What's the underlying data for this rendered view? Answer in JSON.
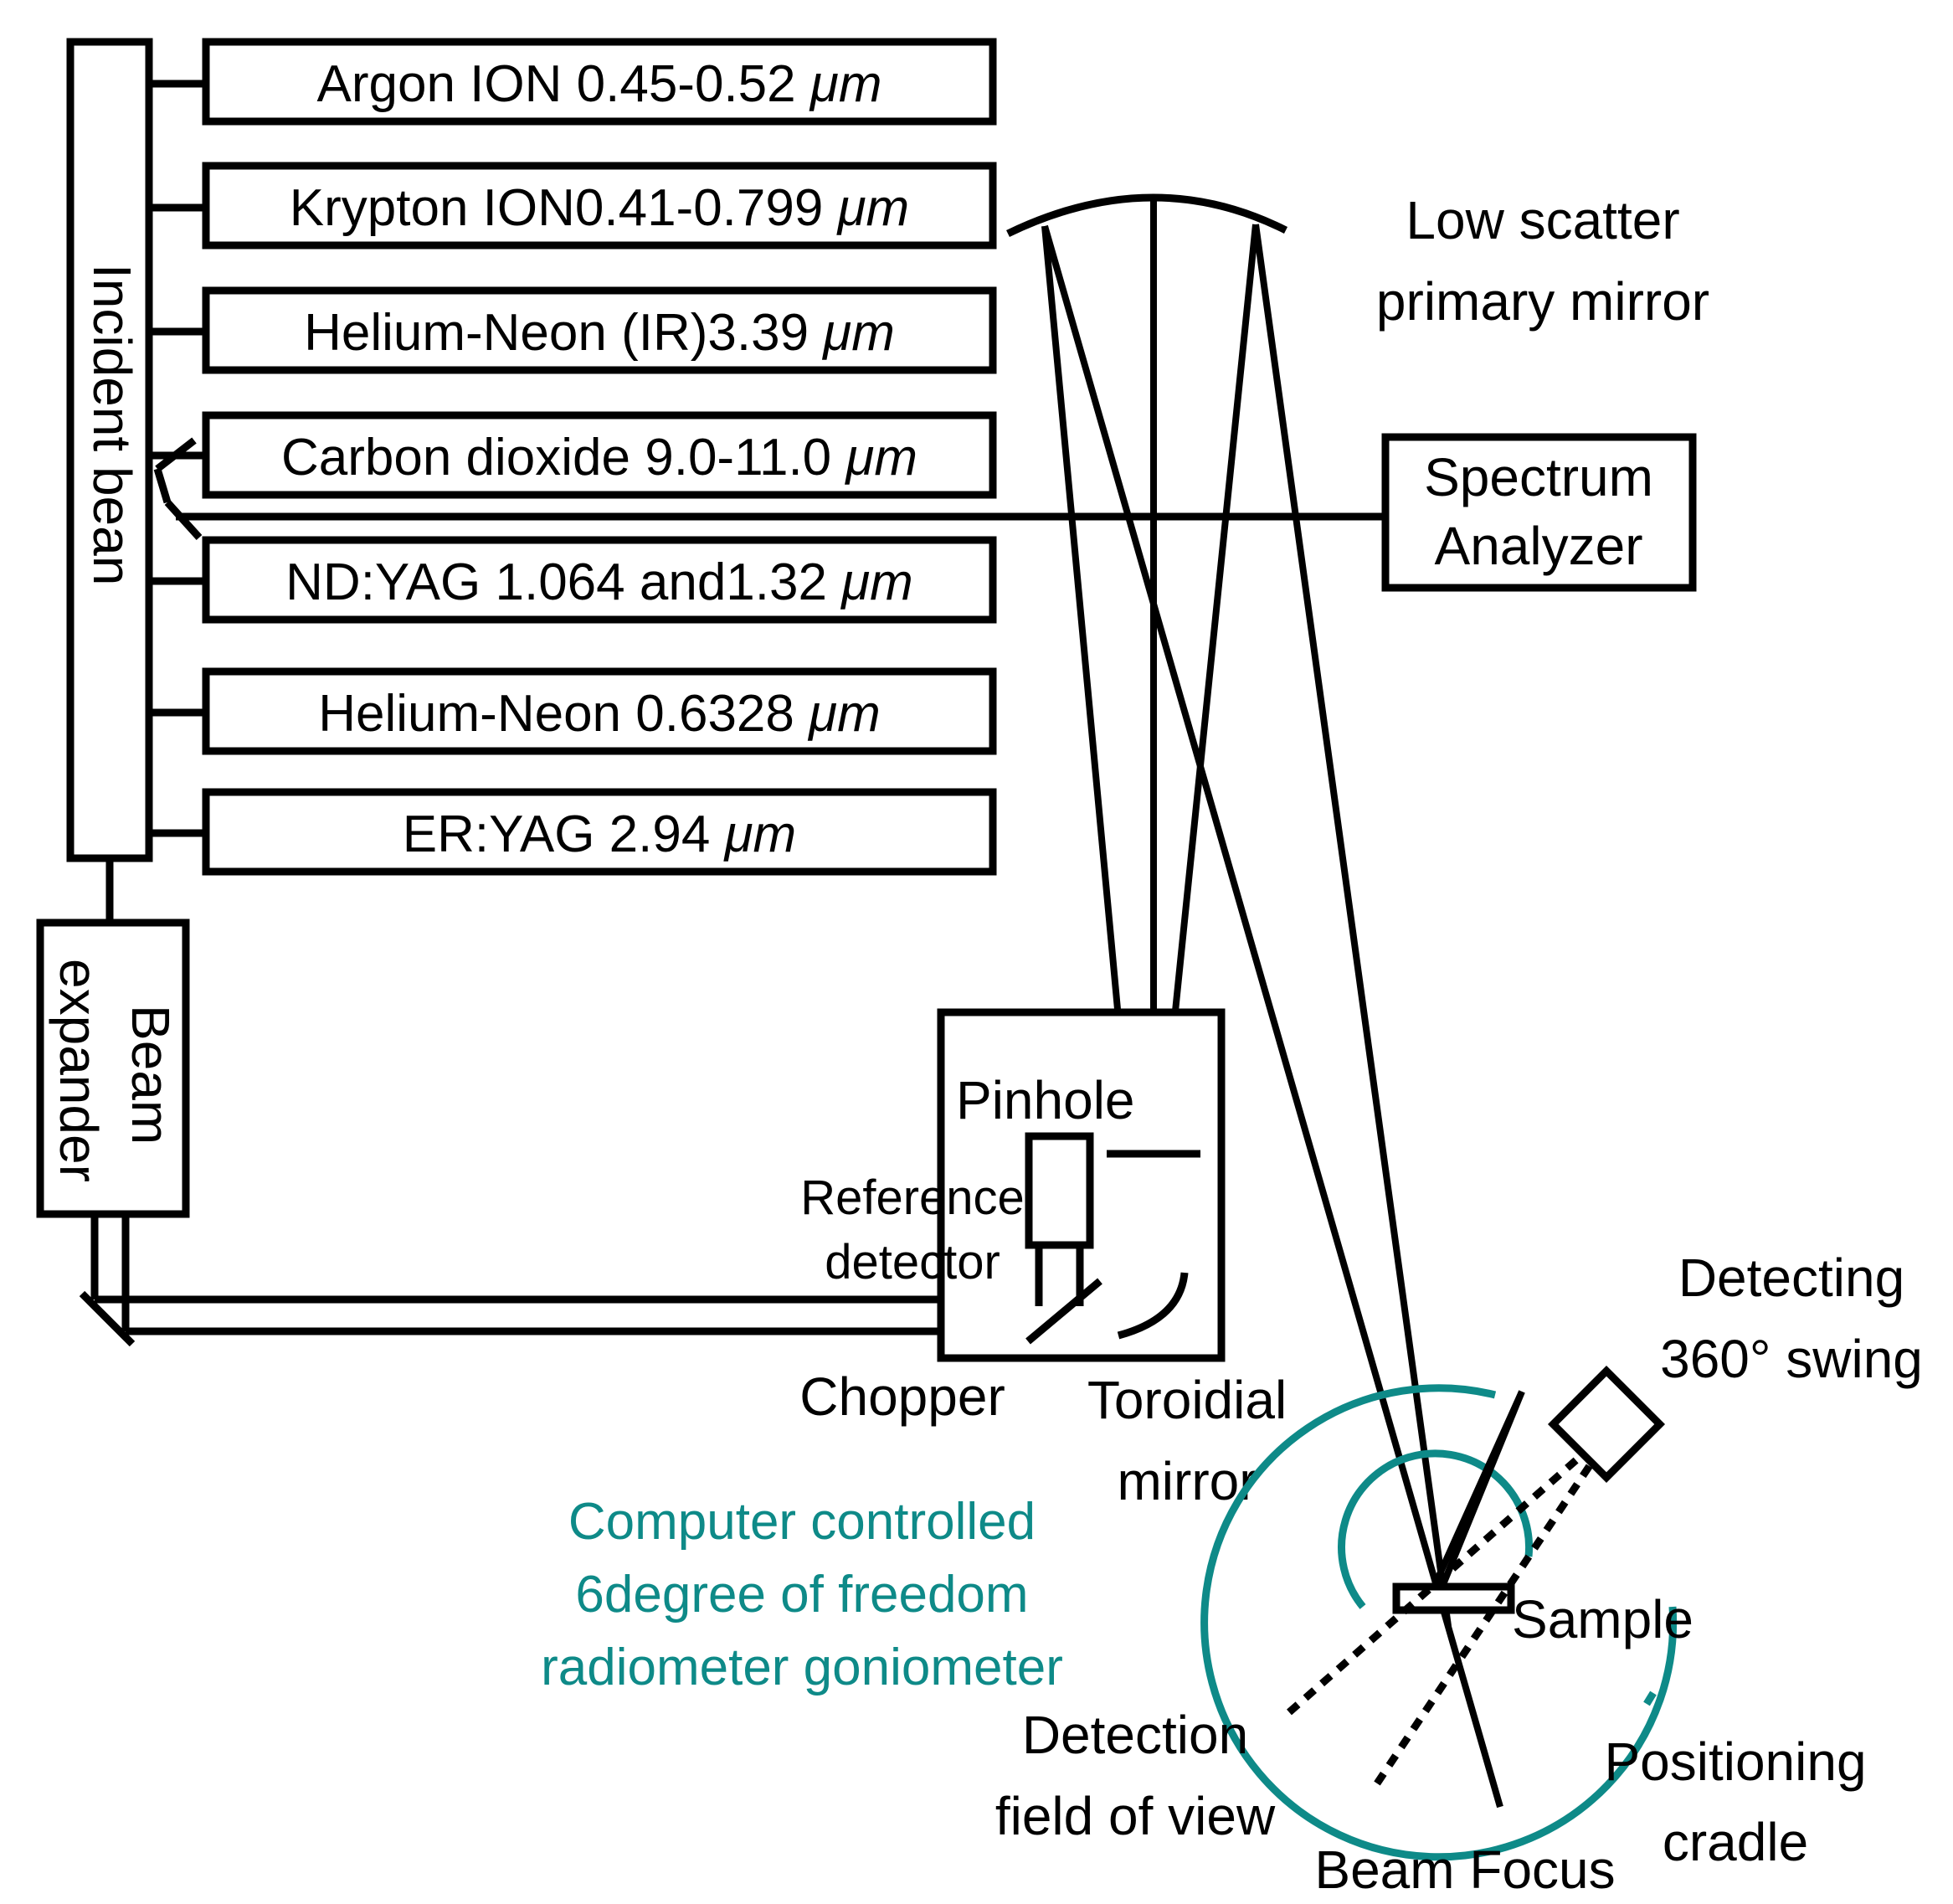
{
  "lasers": [
    {
      "name": "Argon ION 0.45-0.52",
      "unit": "μm"
    },
    {
      "name": "Krypton ION0.41-0.799",
      "unit": "μm"
    },
    {
      "name": "Helium-Neon (IR)3.39",
      "unit": "μm"
    },
    {
      "name": "Carbon dioxide 9.0-11.0",
      "unit": "μm"
    },
    {
      "name": "ND:YAG 1.064 and1.32",
      "unit": "μm"
    },
    {
      "name": "Helium-Neon 0.6328",
      "unit": "μm"
    },
    {
      "name": "ER:YAG 2.94",
      "unit": "μm"
    }
  ],
  "labels": {
    "incident_beam": "Incident bean",
    "beam_expander_line1": "Beam",
    "beam_expander_line2": "expander",
    "primary_mirror_line1": "Low scatter",
    "primary_mirror_line2": "primary mirror",
    "spectrum_analyzer_line1": "Spectrum",
    "spectrum_analyzer_line2": "Analyzer",
    "pinhole": "Pinhole",
    "reference_detector_line1": "Reference",
    "reference_detector_line2": "detector",
    "chopper": "Chopper",
    "toroidal_mirror_line1": "Toroidial",
    "toroidal_mirror_line2": "mirror",
    "goniometer_line1": "Computer controlled",
    "goniometer_line2": "6degree of freedom",
    "goniometer_line3": "radiometer goniometer",
    "detecting_line1": "Detecting",
    "detecting_line2": "360° swing",
    "sample": "Sample",
    "detection_fov_line1": "Detection",
    "detection_fov_line2": "field of view",
    "positioning_line1": "Positioning",
    "positioning_line2": "cradle",
    "beam_focus": "Beam Focus"
  },
  "colors": {
    "line": "#000000",
    "goniometer": "#0e8a88",
    "background": "#ffffff"
  }
}
